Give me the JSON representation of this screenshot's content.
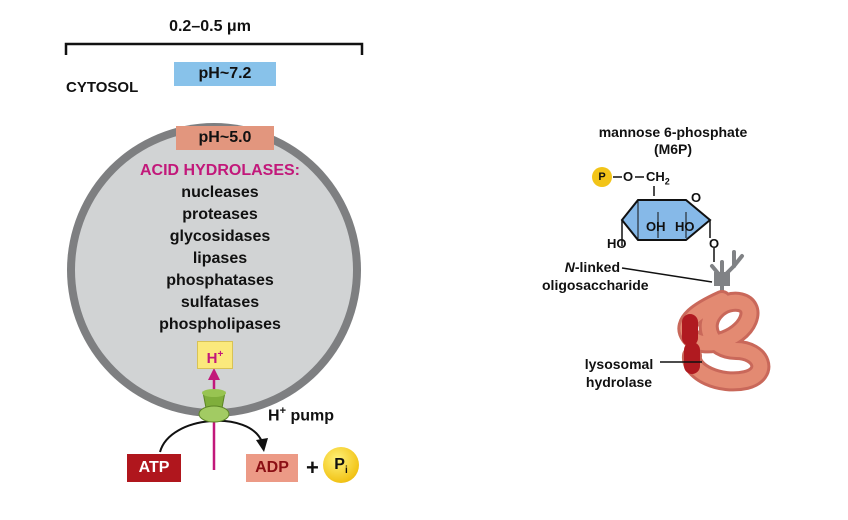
{
  "size_bar": {
    "label": "0.2–0.5 μm"
  },
  "cytosol": {
    "label": "CYTOSOL",
    "ph": "pH~7.2"
  },
  "lysosome": {
    "ph": "pH~5.0",
    "hydrolases_title": "ACID HYDROLASES:",
    "enzymes": [
      "nucleases",
      "proteases",
      "glycosidases",
      "lipases",
      "phosphatases",
      "sulfatases",
      "phospholipases"
    ]
  },
  "pump": {
    "proton": "H",
    "proton_charge": "+",
    "label_h": "H",
    "label_charge": "+",
    "label_rest": " pump",
    "atp": "ATP",
    "adp": "ADP",
    "plus": "+",
    "pi": "P",
    "pi_sub": "i"
  },
  "m6p": {
    "title_line1": "mannose 6-phosphate",
    "title_line2": "(M6P)",
    "phosphate": "P",
    "o_link": "O",
    "ch2": "CH",
    "ch2_sub": "2",
    "ring_o": "O",
    "oh1": "OH",
    "ho1": "HO",
    "ho2": "HO",
    "o_bottom": "O"
  },
  "nlinked": {
    "line1_italic": "N",
    "line1_rest": "-linked",
    "line2": "oligosaccharide"
  },
  "hydrolase": {
    "line1": "lysosomal",
    "line2": "hydrolase"
  },
  "colors": {
    "membrane": "#7e7f81",
    "lumen": "#d1d3d4",
    "magenta": "#c2187a",
    "ring_fill": "#86b9e8",
    "protein": "#e38a72",
    "protein_dark": "#b01a20",
    "pump": "#7fae3b",
    "tree": "#808285"
  }
}
